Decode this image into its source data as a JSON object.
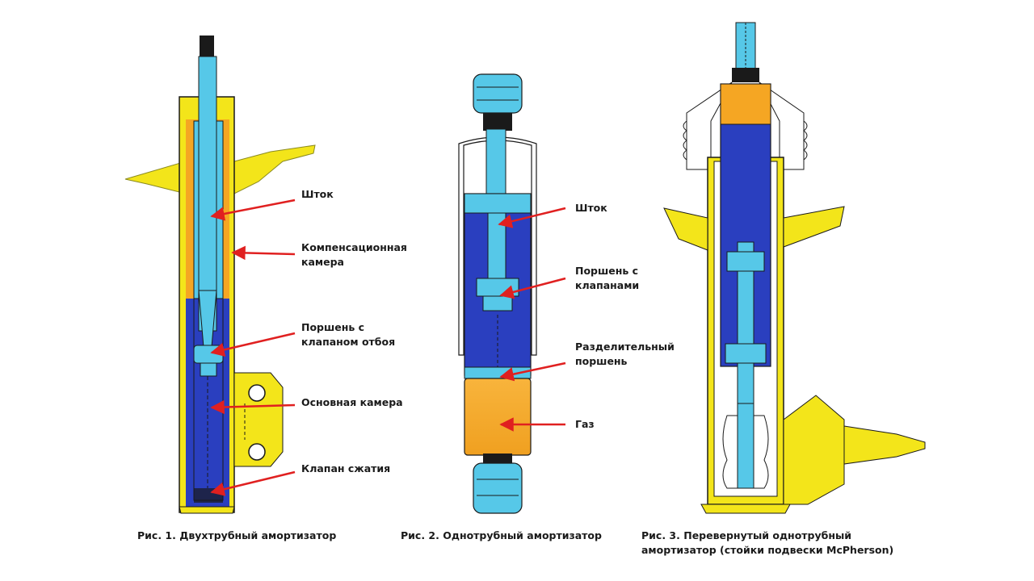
{
  "figure1": {
    "caption": "Рис. 1. Двухтрубный амортизатор",
    "labels": [
      "Шток",
      "Компенсационная",
      "камера",
      "Поршень с",
      "клапаном отбоя",
      "Основная камера",
      "Клапан сжатия"
    ]
  },
  "figure2": {
    "caption": "Рис. 2. Однотрубный амортизатор",
    "labels": [
      "Шток",
      "Поршень с",
      "клапанами",
      "Разделительный",
      "поршень",
      "Газ"
    ]
  },
  "figure3": {
    "caption_line1": "Рис. 3. Перевернутый однотрубный",
    "caption_line2": "амортизатор (стойки подвески McPherson)"
  },
  "colors": {
    "light_blue": "#56c8e8",
    "dark_blue": "#2a3fbf",
    "orange": "#f5a623",
    "yellow": "#f3e51a",
    "arrow_red": "#e02020",
    "outline": "#1a1a1a"
  }
}
